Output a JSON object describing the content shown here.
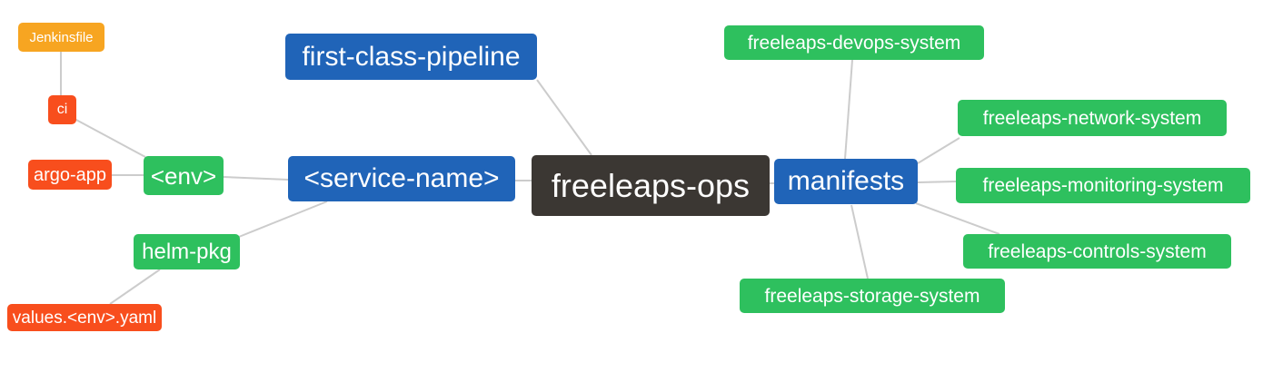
{
  "diagram": {
    "type": "mindmap",
    "root_label": "freeleaps-ops",
    "background": "#ffffff",
    "edge_color": "#cccccc",
    "text_color": "#ffffff",
    "palette": {
      "blue": "#2064b8",
      "green": "#2ec05e",
      "orange": "#f7a521",
      "red": "#f84e1d",
      "dark": "#3b3733"
    },
    "nodes": [
      {
        "id": "jenkinsfile",
        "label": "Jenkinsfile",
        "color": "orange"
      },
      {
        "id": "ci",
        "label": "ci",
        "color": "red"
      },
      {
        "id": "argo-app",
        "label": "argo-app",
        "color": "red"
      },
      {
        "id": "env",
        "label": "<env>",
        "color": "green"
      },
      {
        "id": "helm-pkg",
        "label": "helm-pkg",
        "color": "green"
      },
      {
        "id": "values-env-yaml",
        "label": "values.<env>.yaml",
        "color": "red"
      },
      {
        "id": "first-class-pipeline",
        "label": "first-class-pipeline",
        "color": "blue"
      },
      {
        "id": "service-name",
        "label": "<service-name>",
        "color": "blue"
      },
      {
        "id": "freeleaps-ops",
        "label": "freeleaps-ops",
        "color": "dark"
      },
      {
        "id": "manifests",
        "label": "manifests",
        "color": "blue"
      },
      {
        "id": "freeleaps-devops-system",
        "label": "freeleaps-devops-system",
        "color": "green"
      },
      {
        "id": "freeleaps-network-system",
        "label": "freeleaps-network-system",
        "color": "green"
      },
      {
        "id": "freeleaps-monitoring-system",
        "label": "freeleaps-monitoring-system",
        "color": "green"
      },
      {
        "id": "freeleaps-controls-system",
        "label": "freeleaps-controls-system",
        "color": "green"
      },
      {
        "id": "freeleaps-storage-system",
        "label": "freeleaps-storage-system",
        "color": "green"
      }
    ],
    "edges": [
      [
        "jenkinsfile",
        "ci"
      ],
      [
        "ci",
        "env"
      ],
      [
        "argo-app",
        "env"
      ],
      [
        "env",
        "service-name"
      ],
      [
        "service-name",
        "helm-pkg"
      ],
      [
        "helm-pkg",
        "values-env-yaml"
      ],
      [
        "first-class-pipeline",
        "freeleaps-ops"
      ],
      [
        "service-name",
        "freeleaps-ops"
      ],
      [
        "freeleaps-ops",
        "manifests"
      ],
      [
        "manifests",
        "freeleaps-devops-system"
      ],
      [
        "manifests",
        "freeleaps-network-system"
      ],
      [
        "manifests",
        "freeleaps-monitoring-system"
      ],
      [
        "manifests",
        "freeleaps-controls-system"
      ],
      [
        "manifests",
        "freeleaps-storage-system"
      ]
    ]
  }
}
